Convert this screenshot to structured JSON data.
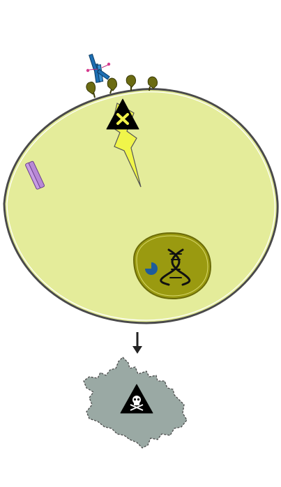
{
  "diagram": {
    "elements": [
      {
        "id": "antibody",
        "icon": "antibody-icon",
        "color": "#1e6fb3"
      },
      {
        "id": "surface-receptors",
        "count": 4,
        "color": "#6b6b12"
      },
      {
        "id": "cell",
        "color": "#e4ec9a"
      },
      {
        "id": "toxin-warning",
        "icon": "toxin-warning-icon",
        "color": "#f2f24a"
      },
      {
        "id": "lightning",
        "icon": "lightning-icon",
        "color": "#f0f54a"
      },
      {
        "id": "membrane-fragment",
        "icon": "lipid-pill-icon",
        "color": "#c79be3"
      },
      {
        "id": "nucleus",
        "color": "#9a9a10"
      },
      {
        "id": "dna",
        "icon": "dna-icon",
        "color": "#111111"
      },
      {
        "id": "pie-marker",
        "icon": "pie-marker-icon",
        "color": "#1e5c9b"
      },
      {
        "id": "arrow",
        "icon": "down-arrow-icon",
        "color": "#222222"
      },
      {
        "id": "dead-cell",
        "color": "#9aa9a4"
      },
      {
        "id": "death-warning",
        "icon": "skull-warning-icon",
        "color": "#000000"
      }
    ]
  }
}
